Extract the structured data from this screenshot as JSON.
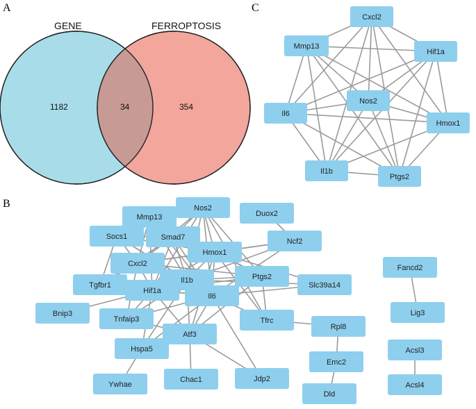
{
  "panels": {
    "a": "A",
    "b": "B",
    "c": "C"
  },
  "venn": {
    "set1_label": "GENE",
    "set2_label": "FERROPTOSIS",
    "only_set1": "1182",
    "intersection": "34",
    "only_set2": "354",
    "set1_color": "#a8dce9",
    "set2_color": "#f2a69c",
    "overlap_color": "#c79a95"
  },
  "network_c": {
    "nodes": [
      "Cxcl2",
      "Mmp13",
      "Hif1a",
      "Nos2",
      "Il6",
      "Hmox1",
      "Il1b",
      "Ptgs2"
    ],
    "edges": [
      [
        "Cxcl2",
        "Mmp13"
      ],
      [
        "Cxcl2",
        "Hif1a"
      ],
      [
        "Cxcl2",
        "Nos2"
      ],
      [
        "Cxcl2",
        "Il6"
      ],
      [
        "Cxcl2",
        "Hmox1"
      ],
      [
        "Cxcl2",
        "Il1b"
      ],
      [
        "Cxcl2",
        "Ptgs2"
      ],
      [
        "Mmp13",
        "Hif1a"
      ],
      [
        "Mmp13",
        "Nos2"
      ],
      [
        "Mmp13",
        "Il6"
      ],
      [
        "Mmp13",
        "Hmox1"
      ],
      [
        "Mmp13",
        "Il1b"
      ],
      [
        "Mmp13",
        "Ptgs2"
      ],
      [
        "Hif1a",
        "Nos2"
      ],
      [
        "Hif1a",
        "Il6"
      ],
      [
        "Hif1a",
        "Hmox1"
      ],
      [
        "Hif1a",
        "Il1b"
      ],
      [
        "Hif1a",
        "Ptgs2"
      ],
      [
        "Nos2",
        "Il6"
      ],
      [
        "Nos2",
        "Hmox1"
      ],
      [
        "Nos2",
        "Il1b"
      ],
      [
        "Nos2",
        "Ptgs2"
      ],
      [
        "Il6",
        "Hmox1"
      ],
      [
        "Il6",
        "Il1b"
      ],
      [
        "Il6",
        "Ptgs2"
      ],
      [
        "Hmox1",
        "Il1b"
      ],
      [
        "Hmox1",
        "Ptgs2"
      ],
      [
        "Il1b",
        "Ptgs2"
      ]
    ]
  },
  "network_b": {
    "nodes": [
      "Mmp13",
      "Nos2",
      "Duox2",
      "Socs1",
      "Smad7",
      "Ncf2",
      "Hmox1",
      "Cxcl2",
      "Ptgs2",
      "Tgfbr1",
      "Il1b",
      "Hif1a",
      "Slc39a14",
      "Il6",
      "Bnip3",
      "Tnfaip3",
      "Tfrc",
      "Rpl8",
      "Atf3",
      "Hspa5",
      "Emc2",
      "Chac1",
      "Jdp2",
      "Ywhae",
      "Dld",
      "Fancd2",
      "Lig3",
      "Acsl3",
      "Acsl4"
    ],
    "edges": [
      [
        "Mmp13",
        "Nos2"
      ],
      [
        "Mmp13",
        "Socs1"
      ],
      [
        "Mmp13",
        "Smad7"
      ],
      [
        "Mmp13",
        "Hmox1"
      ],
      [
        "Mmp13",
        "Cxcl2"
      ],
      [
        "Mmp13",
        "Il1b"
      ],
      [
        "Mmp13",
        "Il6"
      ],
      [
        "Mmp13",
        "Ptgs2"
      ],
      [
        "Mmp13",
        "Hif1a"
      ],
      [
        "Nos2",
        "Smad7"
      ],
      [
        "Nos2",
        "Hmox1"
      ],
      [
        "Nos2",
        "Cxcl2"
      ],
      [
        "Nos2",
        "Ptgs2"
      ],
      [
        "Nos2",
        "Il1b"
      ],
      [
        "Nos2",
        "Il6"
      ],
      [
        "Nos2",
        "Hif1a"
      ],
      [
        "Nos2",
        "Tfrc"
      ],
      [
        "Nos2",
        "Socs1"
      ],
      [
        "Duox2",
        "Ncf2"
      ],
      [
        "Socs1",
        "Smad7"
      ],
      [
        "Socs1",
        "Cxcl2"
      ],
      [
        "Socs1",
        "Il1b"
      ],
      [
        "Socs1",
        "Il6"
      ],
      [
        "Socs1",
        "Hmox1"
      ],
      [
        "Socs1",
        "Tgfbr1"
      ],
      [
        "Smad7",
        "Tgfbr1"
      ],
      [
        "Smad7",
        "Il6"
      ],
      [
        "Smad7",
        "Il1b"
      ],
      [
        "Smad7",
        "Hif1a"
      ],
      [
        "Smad7",
        "Cxcl2"
      ],
      [
        "Ncf2",
        "Hmox1"
      ],
      [
        "Ncf2",
        "Il6"
      ],
      [
        "Ncf2",
        "Il1b"
      ],
      [
        "Ncf2",
        "Cxcl2"
      ],
      [
        "Hmox1",
        "Ptgs2"
      ],
      [
        "Hmox1",
        "Il1b"
      ],
      [
        "Hmox1",
        "Il6"
      ],
      [
        "Hmox1",
        "Hif1a"
      ],
      [
        "Hmox1",
        "Cxcl2"
      ],
      [
        "Hmox1",
        "Tfrc"
      ],
      [
        "Hmox1",
        "Slc39a14"
      ],
      [
        "Hmox1",
        "Atf3"
      ],
      [
        "Cxcl2",
        "Il1b"
      ],
      [
        "Cxcl2",
        "Il6"
      ],
      [
        "Cxcl2",
        "Ptgs2"
      ],
      [
        "Cxcl2",
        "Hif1a"
      ],
      [
        "Cxcl2",
        "Tgfbr1"
      ],
      [
        "Cxcl2",
        "Tnfaip3"
      ],
      [
        "Ptgs2",
        "Il1b"
      ],
      [
        "Ptgs2",
        "Il6"
      ],
      [
        "Ptgs2",
        "Hif1a"
      ],
      [
        "Ptgs2",
        "Tfrc"
      ],
      [
        "Ptgs2",
        "Atf3"
      ],
      [
        "Tgfbr1",
        "Hif1a"
      ],
      [
        "Tgfbr1",
        "Il6"
      ],
      [
        "Tgfbr1",
        "Il1b"
      ],
      [
        "Il1b",
        "Il6"
      ],
      [
        "Il1b",
        "Hif1a"
      ],
      [
        "Il1b",
        "Tnfaip3"
      ],
      [
        "Il1b",
        "Atf3"
      ],
      [
        "Il1b",
        "Hspa5"
      ],
      [
        "Il1b",
        "Slc39a14"
      ],
      [
        "Il1b",
        "Socs1"
      ],
      [
        "Hif1a",
        "Il6"
      ],
      [
        "Hif1a",
        "Bnip3"
      ],
      [
        "Hif1a",
        "Tnfaip3"
      ],
      [
        "Hif1a",
        "Atf3"
      ],
      [
        "Hif1a",
        "Hspa5"
      ],
      [
        "Slc39a14",
        "Il6"
      ],
      [
        "Il6",
        "Tnfaip3"
      ],
      [
        "Il6",
        "Tfrc"
      ],
      [
        "Il6",
        "Atf3"
      ],
      [
        "Il6",
        "Hspa5"
      ],
      [
        "Il6",
        "Jdp2"
      ],
      [
        "Tnfaip3",
        "Atf3"
      ],
      [
        "Tfrc",
        "Rpl8"
      ],
      [
        "Atf3",
        "Hspa5"
      ],
      [
        "Atf3",
        "Chac1"
      ],
      [
        "Atf3",
        "Jdp2"
      ],
      [
        "Hspa5",
        "Ywhae"
      ],
      [
        "Rpl8",
        "Emc2"
      ],
      [
        "Emc2",
        "Dld"
      ],
      [
        "Fancd2",
        "Lig3"
      ],
      [
        "Acsl3",
        "Acsl4"
      ]
    ]
  }
}
